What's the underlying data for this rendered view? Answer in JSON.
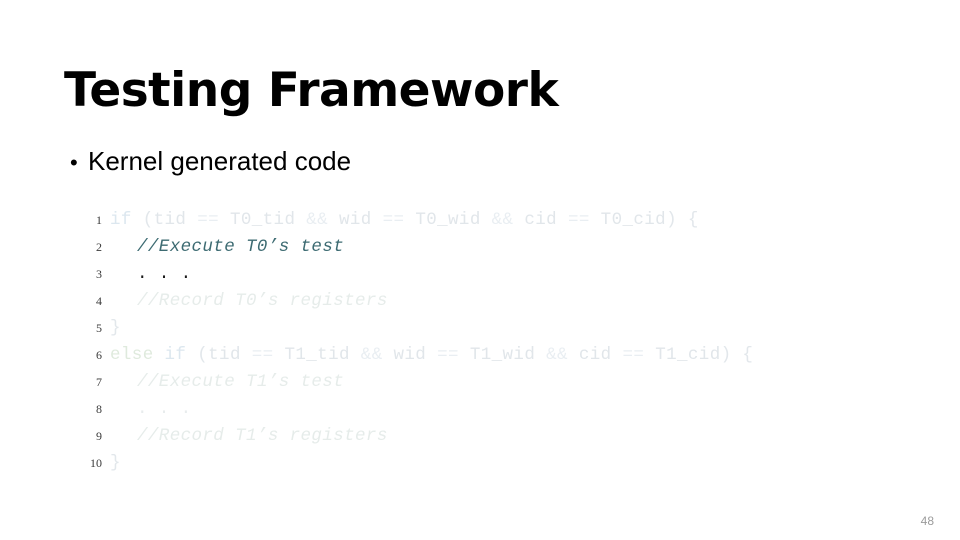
{
  "slide": {
    "title": "Testing Framework",
    "page_number": "48",
    "background_color": "#ffffff"
  },
  "bullet": {
    "marker": "•",
    "text": "Kernel generated code"
  },
  "code": {
    "language": "c",
    "line_numbers": [
      "1",
      "2",
      "3",
      "4",
      "5",
      "6",
      "7",
      "8",
      "9",
      "10"
    ],
    "lines": [
      {
        "number": "1",
        "indent": false,
        "text": "if (tid == T0_tid && wid == T0_wid && cid == T0_cid) {",
        "tokens": [
          {
            "t": "if",
            "c": "kw-if"
          },
          {
            "t": " ",
            "c": "op"
          },
          {
            "t": "(",
            "c": "punc"
          },
          {
            "t": "tid",
            "c": "ident"
          },
          {
            "t": " == ",
            "c": "op"
          },
          {
            "t": "T0_tid",
            "c": "ident"
          },
          {
            "t": " && ",
            "c": "op"
          },
          {
            "t": "wid",
            "c": "ident"
          },
          {
            "t": " == ",
            "c": "op"
          },
          {
            "t": "T0_wid",
            "c": "ident"
          },
          {
            "t": " && ",
            "c": "op"
          },
          {
            "t": "cid",
            "c": "ident"
          },
          {
            "t": " == ",
            "c": "op"
          },
          {
            "t": "T0_cid",
            "c": "ident"
          },
          {
            "t": ") {",
            "c": "punc"
          }
        ]
      },
      {
        "number": "2",
        "indent": true,
        "text": "//Execute T0’s test",
        "tokens": [
          {
            "t": "//Execute T0’s test",
            "c": "cmt-strong"
          }
        ]
      },
      {
        "number": "3",
        "indent": true,
        "text": ". . .",
        "tokens": [
          {
            "t": ". . .",
            "c": "dots-strong"
          }
        ]
      },
      {
        "number": "4",
        "indent": true,
        "text": "//Record T0’s registers",
        "tokens": [
          {
            "t": "//Record T0’s registers",
            "c": "cmt-faded"
          }
        ]
      },
      {
        "number": "5",
        "indent": false,
        "text": "}",
        "tokens": [
          {
            "t": "}",
            "c": "brace"
          }
        ]
      },
      {
        "number": "6",
        "indent": false,
        "text": "else if (tid == T1_tid && wid == T1_wid && cid == T1_cid) {",
        "tokens": [
          {
            "t": "else",
            "c": "kw-else"
          },
          {
            "t": " ",
            "c": "op"
          },
          {
            "t": "if",
            "c": "kw-if"
          },
          {
            "t": " ",
            "c": "op"
          },
          {
            "t": "(",
            "c": "punc"
          },
          {
            "t": "tid",
            "c": "ident"
          },
          {
            "t": " == ",
            "c": "op"
          },
          {
            "t": "T1_tid",
            "c": "ident"
          },
          {
            "t": " && ",
            "c": "op"
          },
          {
            "t": "wid",
            "c": "ident"
          },
          {
            "t": " == ",
            "c": "op"
          },
          {
            "t": "T1_wid",
            "c": "ident"
          },
          {
            "t": " && ",
            "c": "op"
          },
          {
            "t": "cid",
            "c": "ident"
          },
          {
            "t": " == ",
            "c": "op"
          },
          {
            "t": "T1_cid",
            "c": "ident"
          },
          {
            "t": ") {",
            "c": "punc"
          }
        ]
      },
      {
        "number": "7",
        "indent": true,
        "text": "//Execute T1’s test",
        "tokens": [
          {
            "t": "//Execute T1’s test",
            "c": "cmt-faded"
          }
        ]
      },
      {
        "number": "8",
        "indent": true,
        "text": ". . .",
        "tokens": [
          {
            "t": ". . .",
            "c": "dots-faded"
          }
        ]
      },
      {
        "number": "9",
        "indent": true,
        "text": "//Record T1’s registers",
        "tokens": [
          {
            "t": "//Record T1’s registers",
            "c": "cmt-faded"
          }
        ]
      },
      {
        "number": "10",
        "indent": false,
        "text": "}",
        "tokens": [
          {
            "t": "}",
            "c": "brace"
          }
        ]
      }
    ]
  }
}
